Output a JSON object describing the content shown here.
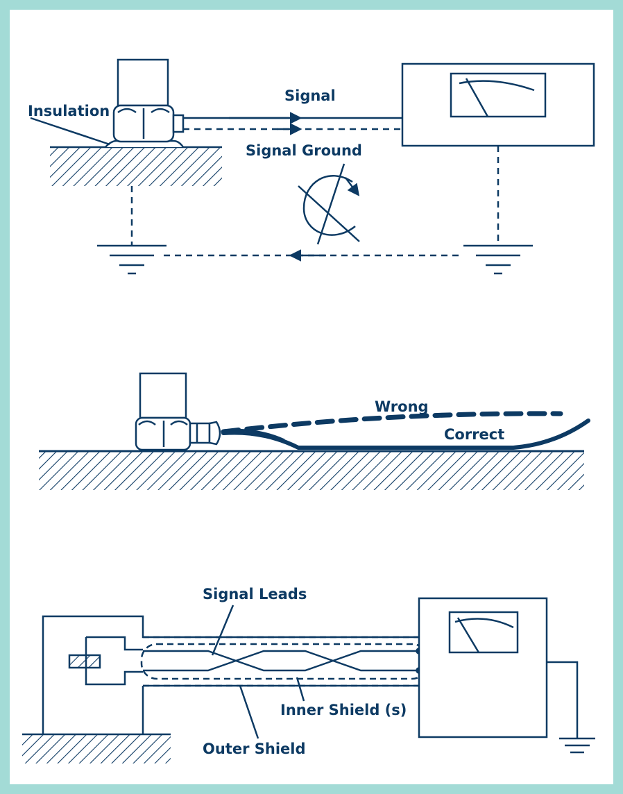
{
  "colors": {
    "border": "#a3dbd6",
    "ink": "#0d3a63",
    "background": "#ffffff"
  },
  "panel_top": {
    "labels": {
      "insulation": "Insulation",
      "signal": "Signal",
      "signal_ground": "Signal Ground"
    }
  },
  "panel_middle": {
    "labels": {
      "wrong": "Wrong",
      "correct": "Correct"
    }
  },
  "panel_bottom": {
    "labels": {
      "signal_leads": "Signal Leads",
      "inner_shield": "Inner Shield (s)",
      "outer_shield": "Outer Shield"
    }
  }
}
